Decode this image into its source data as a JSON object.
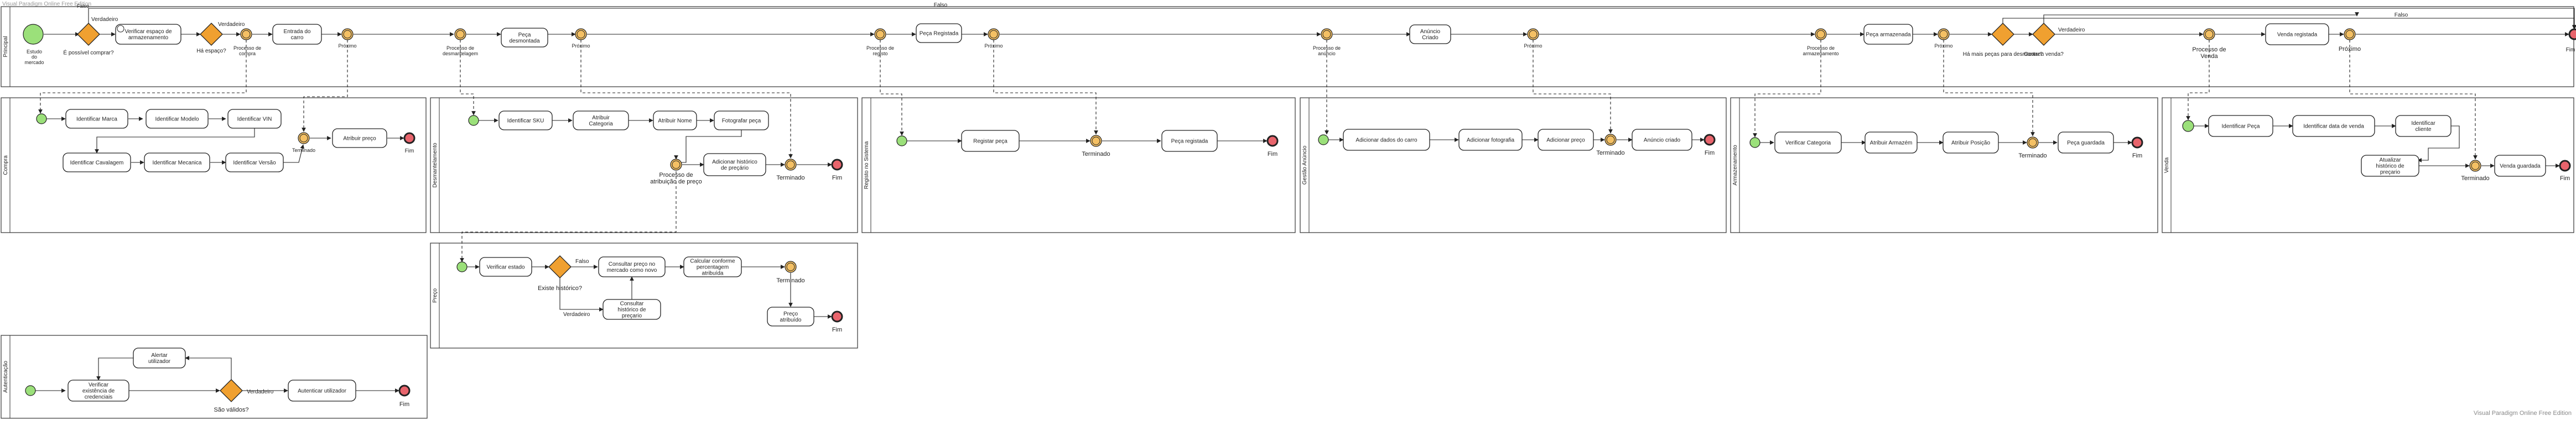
{
  "header": {
    "title": "Visual Paradigm Online Free Edition"
  },
  "footer": {
    "watermark": "Visual Paradigm Online Free Edition"
  },
  "colors": {
    "start": "#9be07a",
    "end": "#e8646c",
    "gateway": "#f0a030",
    "intermediate": "#f4c064",
    "stroke": "#222222"
  },
  "pools": {
    "principal": "Principal",
    "compra": "Compra",
    "desmantelamento": "Desmantelamento",
    "preco": "Preço",
    "registo": "Registo no Sistema",
    "gestao": "Gestão Anúncio",
    "armazenamento": "Armazenamento",
    "venda": "Venda",
    "autenticacao": "Autenticação"
  },
  "principal": {
    "start": "Estudo do mercado",
    "g1": "É possível comprar?",
    "t1": "Verificar espaço de armazenamento",
    "g2": "Há espaço?",
    "p1": "Processo de compra",
    "t2": "Entrada do carro",
    "p2": "Próximo",
    "p3": "Processo de desmantelagem",
    "t3": "Peça desmontada",
    "p4": "Próximo",
    "p5": "Processo de registo",
    "t4": "Peça Registada",
    "p6": "Próximo",
    "p7": "Processo de anúncio",
    "t5": "Anúncio Criado",
    "p8": "Próximo",
    "p9": "Processo de armazenamento",
    "t6": "Peça armazenada",
    "p10": "Próximo",
    "g3": "Há mais peças para desmontar?",
    "g4": "Ocorreu venda?",
    "p11": "Processo de Venda",
    "t7": "Venda registada",
    "p12": "Próximo",
    "end": "Fim",
    "lbl_v1": "Verdadeiro",
    "lbl_v2": "Verdadeiro",
    "lbl_v3": "Verdadeiro",
    "lbl_f1": "Falso",
    "lbl_f2": "Falso"
  },
  "compra": {
    "a1": "Identificar Marca",
    "a2": "Identificar Modelo",
    "a3": "Identificar VIN",
    "a4": "Identificar Cavalagem",
    "a5": "Identificar Mecanica",
    "a6": "Identificar Versão",
    "t": "Terminado",
    "a7": "Atribuir preço",
    "end": "Fim"
  },
  "desmantelamento": {
    "a1": "Identificar SKU",
    "a2": "Atribuir Categoria",
    "a3": "Atribuir Nome",
    "a4": "Fotografar peça",
    "a5": "Adicionar histórico de preçário",
    "p1": "Processo de atribuição de preço",
    "t": "Terminado",
    "end": "Fim"
  },
  "preco": {
    "a1": "Verificar estado",
    "g": "Existe histórico?",
    "a2": "Consultar preço no mercado como novo",
    "a3": "Calcular conforme percentagem atribuída",
    "a4": "Consultar histórico de preçario",
    "t": "Terminado",
    "a5": "Preço atribuído",
    "end": "Fim",
    "lbl_f": "Falso",
    "lbl_v": "Verdadeiro"
  },
  "registo": {
    "a1": "Registar peça",
    "t": "Terminado",
    "a2": "Peça registada",
    "end": "Fim"
  },
  "gestao": {
    "a1": "Adicionar dados do carro",
    "a2": "Adicionar fotografia",
    "a3": "Adicionar preço",
    "t": "Terminado",
    "a4": "Anúncio criado",
    "end": "Fim"
  },
  "armazenamento": {
    "a1": "Verificar Categoria",
    "a2": "Atribuir Armazém",
    "a3": "Atribuir Posição",
    "t": "Terminado",
    "a4": "Peça guardada",
    "end": "Fim"
  },
  "venda": {
    "a1": "Identificar Peça",
    "a2": "Identificar data de venda",
    "a3": "Identificar cliente",
    "a4": "Atualizar histórico de preçario",
    "t": "Terminado",
    "a5": "Venda guardada",
    "end": "Fim"
  },
  "autenticacao": {
    "a1": "Alertar utilizador",
    "a2": "Verificar existência de credenciais",
    "g": "São válidos?",
    "a3": "Autenticar utilizador",
    "end": "Fim",
    "lbl_v": "Verdadeiro"
  }
}
